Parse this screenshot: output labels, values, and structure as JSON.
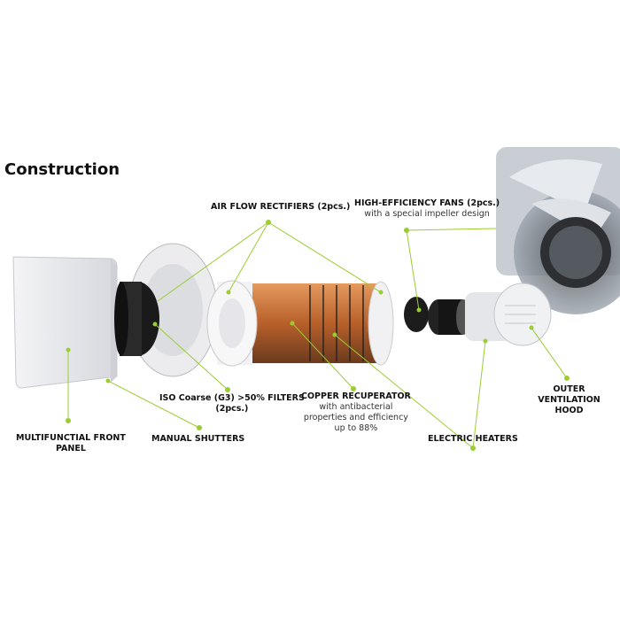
{
  "title": "Construction",
  "labels": {
    "rectifiers": {
      "title": "AIR FLOW RECTIFIERS (2pcs.)"
    },
    "fans": {
      "title": "HIGH-EFFICIENCY FANS (2pcs.)",
      "sub": "with a special impeller design"
    },
    "filters": {
      "title": "ISO Coarse (G3) >50% FILTERS",
      "title2": "(2pcs.)"
    },
    "recuperator": {
      "title": "COPPER RECUPERATOR",
      "sub1": "with antibacterial",
      "sub2": "properties and efficiency",
      "sub3": "up to 88%"
    },
    "hood": {
      "title1": "OUTER",
      "title2": "VENTILATION",
      "title3": "HOOD"
    },
    "panel": {
      "title1": "MULTIFUNCTIAL FRONT",
      "title2": "PANEL"
    },
    "shutters": {
      "title": "MANUAL SHUTTERS"
    },
    "heaters": {
      "title": "ELECTRIC HEATERS"
    }
  },
  "colors": {
    "leader": "#9acd32",
    "copper": "#c8743c",
    "title": "#111111"
  }
}
